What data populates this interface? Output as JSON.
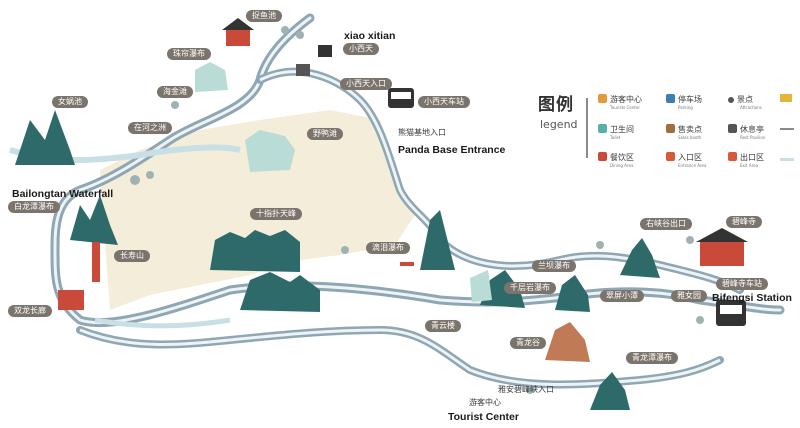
{
  "map": {
    "labels_en": {
      "xiao_xitian": "xiao xitian",
      "panda_base": "Panda Base Entrance",
      "bailongtan": "Bailongtan Waterfall",
      "bifengsi": "Bifengsi Station",
      "tourist_center": "Tourist Center"
    },
    "places": {
      "zhuoyuchi": "捉鱼池",
      "zhuzhu": "珠帘瀑布",
      "xiaoxitian": "小西天",
      "xiaoxitian_entry": "小西天入口",
      "xiaoxitian_station": "小西天车站",
      "nvshenchi": "女娲池",
      "haijin": "海金滩",
      "zaihe": "在河之洲",
      "yeyatan": "野鸭滩",
      "pandabase": "熊猫基地入口",
      "bailongtan_fall": "白龙潭瀑布",
      "shizhi": "十指扑天峰",
      "changshou": "长寿山",
      "dilong": "滴泪瀑布",
      "lanbai": "兰坝瀑布",
      "qianceng": "千层岩瀑布",
      "cuiping": "翠屏小潭",
      "youyu_exit": "右峡谷出口",
      "biyusi": "碧峰寺",
      "biyusi_station": "碧峰寺车站",
      "yayuan": "雅女园",
      "qingyun": "青云楼",
      "qinglonggu": "青龙谷",
      "qinglongtan": "青龙潭瀑布",
      "shuangji": "双龙长廊",
      "entry": "雅安碧峰峡入口",
      "tourist": "游客中心"
    },
    "legend": {
      "title": "图例",
      "title_en": "legend",
      "items": [
        {
          "cn": "游客中心",
          "en": "Tourists Center",
          "color": "#e39a3a"
        },
        {
          "cn": "停车场",
          "en": "Parking",
          "color": "#3f7fb0"
        },
        {
          "cn": "景点",
          "en": "Attractions",
          "color": "#555555"
        },
        {
          "cn": "卫生间",
          "en": "Toilet",
          "color": "#5ab0a6"
        },
        {
          "cn": "售卖点",
          "en": "Sales booth",
          "color": "#a06f3c"
        },
        {
          "cn": "休息亭",
          "en": "Rest Pavilion",
          "color": "#555555"
        },
        {
          "cn": "餐饮区",
          "en": "Dining Area",
          "color": "#c94a38"
        },
        {
          "cn": "入口区",
          "en": "Entrance Area",
          "color": "#d45a3a"
        },
        {
          "cn": "出口区",
          "en": "Exit Area",
          "color": "#d45a3a"
        }
      ]
    },
    "colors": {
      "road": "#8fa7b5",
      "road_inner": "#eef3f5",
      "river": "#c8dfe5",
      "plateau": "#f4edd9",
      "rock": "#2f6a6a",
      "tag": "#7b746c"
    }
  }
}
